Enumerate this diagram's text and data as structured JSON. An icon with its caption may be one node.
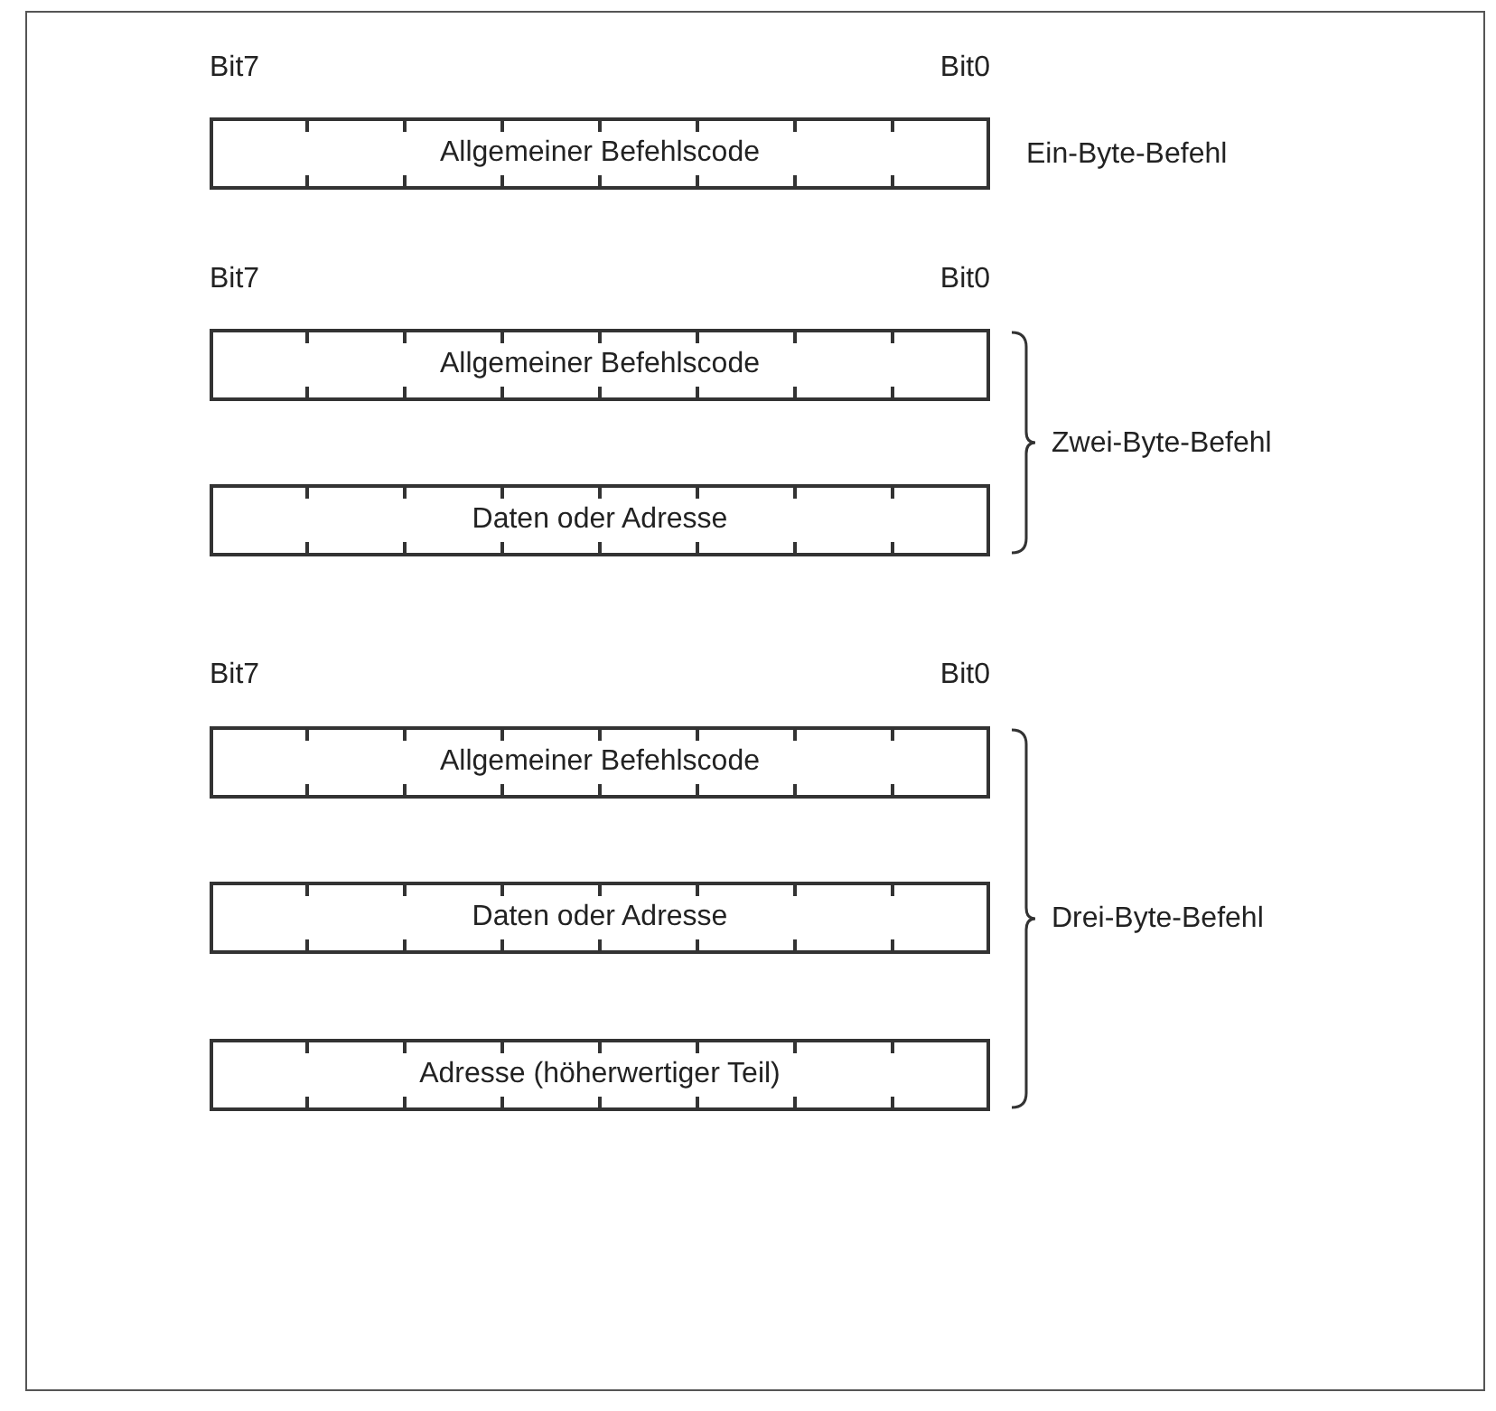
{
  "diagram": {
    "nodes": [
      {
        "text": [
          "Allgemeiner Befehlscode"
        ]
      },
      {
        "text": [
          "Allgemeiner Befehlscode"
        ]
      },
      {
        "text": [
          "Daten oder Adresse"
        ]
      },
      {
        "text": [
          "Allgemeiner Befehlscode"
        ]
      },
      {
        "text": [
          "Daten oder Adresse"
        ]
      },
      {
        "text": [
          "Adresse (höherwertiger Teil)"
        ]
      }
    ],
    "labels": [
      "Bit7",
      "Bit0",
      "Ein-Byte-Befehl",
      "Bit7",
      "Bit0",
      "Zwei-Byte-Befehl",
      "Bit7",
      "Bit0",
      "Drei-Byte-Befehl"
    ]
  }
}
